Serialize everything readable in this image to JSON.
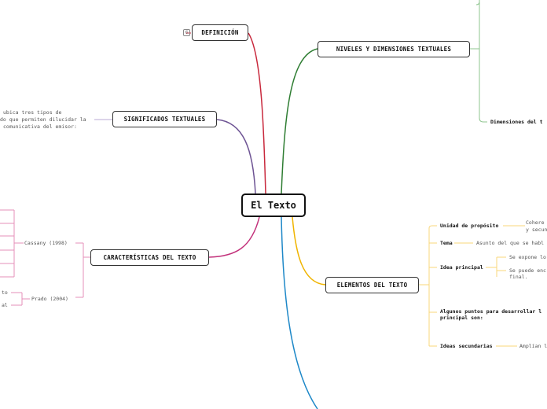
{
  "root": {
    "label": "El Texto"
  },
  "definicion": {
    "label": "DEFINICIÓN",
    "badge": "6"
  },
  "niveles": {
    "label": "NIVELES  Y DIMENSIONES  TEXTUALES",
    "children": [
      "Dimensiones del t"
    ]
  },
  "significados": {
    "label": "SIGNIFICADOS TEXTUALES",
    "notes": [
      "ubica tres tipos de",
      "do que permiten dilucidar la",
      "comunicativa del emisor:"
    ]
  },
  "caracteristicas": {
    "label": "CARACTERÍSTICAS DEL TEXTO",
    "sources": [
      "Cassany (1998)",
      "Prado (2004)"
    ],
    "prado_items": [
      "to",
      "al"
    ]
  },
  "elementos": {
    "label": "ELEMENTOS DEL TEXTO",
    "items": [
      {
        "label": "Unidad de propósito",
        "detail": [
          "Cohere",
          "y secun"
        ]
      },
      {
        "label": "Tema",
        "detail": [
          "Asunto del que se habl"
        ]
      },
      {
        "label": "Idea principal",
        "detail": [
          "Se expone lo",
          "Se puede enc",
          "final."
        ]
      },
      {
        "label": "Algunos puntos para desarrollar l",
        "label2": "principal son:"
      },
      {
        "label": "Ideas secundarias",
        "detail": [
          "Amplían l"
        ]
      }
    ]
  },
  "colors": {
    "definicion": "#c8283c",
    "niveles": "#2e7d32",
    "niveles_light": "#8fc58f",
    "significados": "#6e5494",
    "caracteristicas": "#c2307a",
    "caracteristicas_light": "#e58fb9",
    "elementos": "#f0b400",
    "elementos_light": "#f8d77a",
    "bottom": "#1e88c8"
  }
}
